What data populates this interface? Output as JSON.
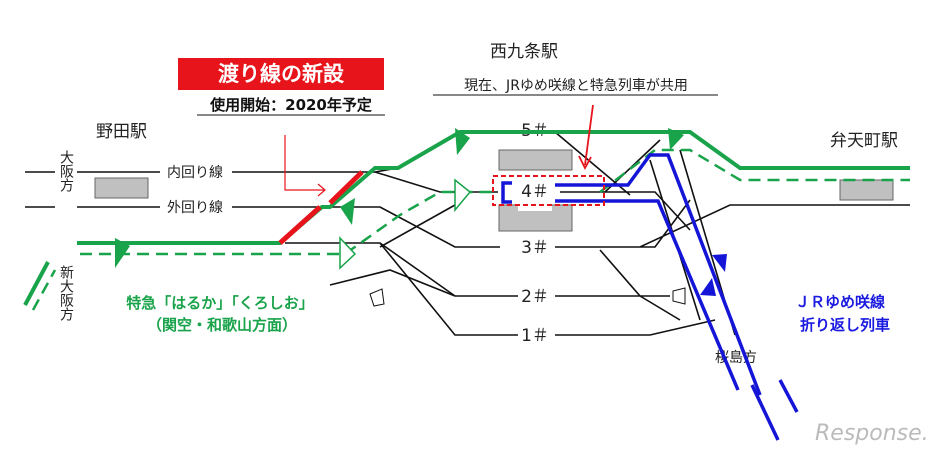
{
  "title_banner": "渡り線の新設",
  "subtitle": "使用開始：2020年予定",
  "stations": {
    "noda": "野田駅",
    "nishikujo": "西九条駅",
    "bentencho": "弁天町駅"
  },
  "directions": {
    "osaka": "大阪方",
    "shin_osaka": "新大阪方",
    "sakurajima": "桜島方"
  },
  "lines": {
    "inner": "内回り線",
    "outer": "外回り線"
  },
  "tracks": [
    "5＃",
    "4＃",
    "3＃",
    "2＃",
    "1＃"
  ],
  "note_shared": "現在、JRゆめ咲線と特急列車が共用",
  "legend_green": [
    "特急「はるか」「くろしお」",
    "（関空・和歌山方面）"
  ],
  "legend_blue": [
    "ＪＲゆめ咲線",
    "折り返し列車"
  ],
  "watermark": "Response.",
  "colors": {
    "green": "#19a34a",
    "blue": "#1515d8",
    "red": "#e8141c",
    "platform": "#c0c0c0"
  }
}
